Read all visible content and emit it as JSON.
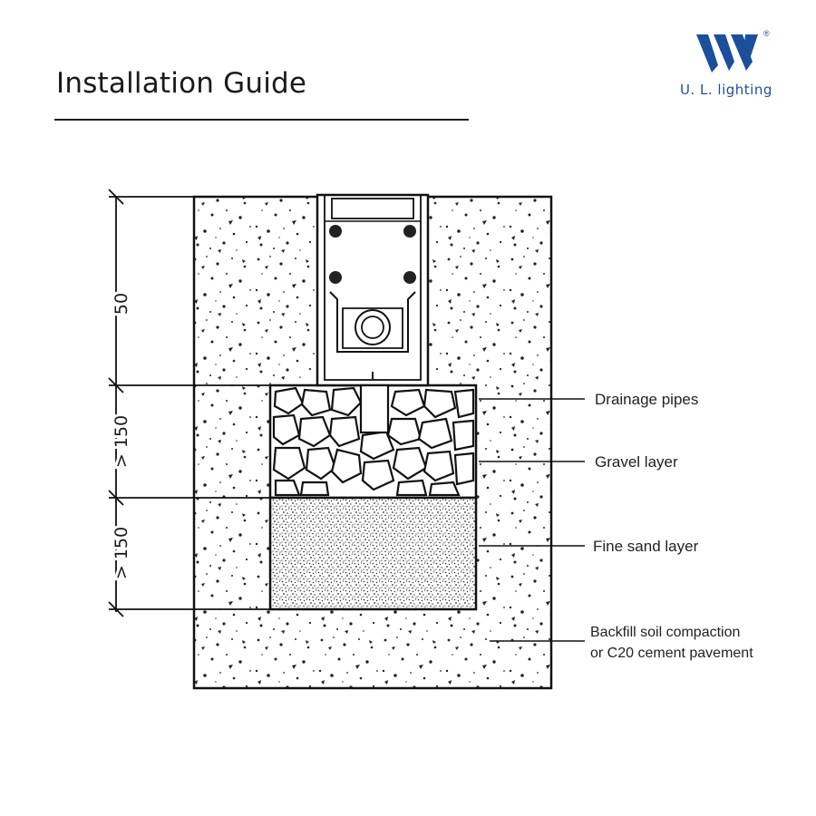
{
  "header": {
    "title": "Installation Guide",
    "logo": {
      "brand_text": "U. L. lighting",
      "registered_mark": "®",
      "color": "#1b4f9c"
    }
  },
  "diagram": {
    "dimensions": {
      "top": "50",
      "middle": "> 150",
      "bottom": "> 150"
    },
    "labels": {
      "drainage": "Drainage pipes",
      "gravel": "Gravel layer",
      "sand": "Fine sand layer",
      "backfill_line1": "Backfill soil compaction",
      "backfill_line2": "or C20 cement pavement"
    }
  }
}
